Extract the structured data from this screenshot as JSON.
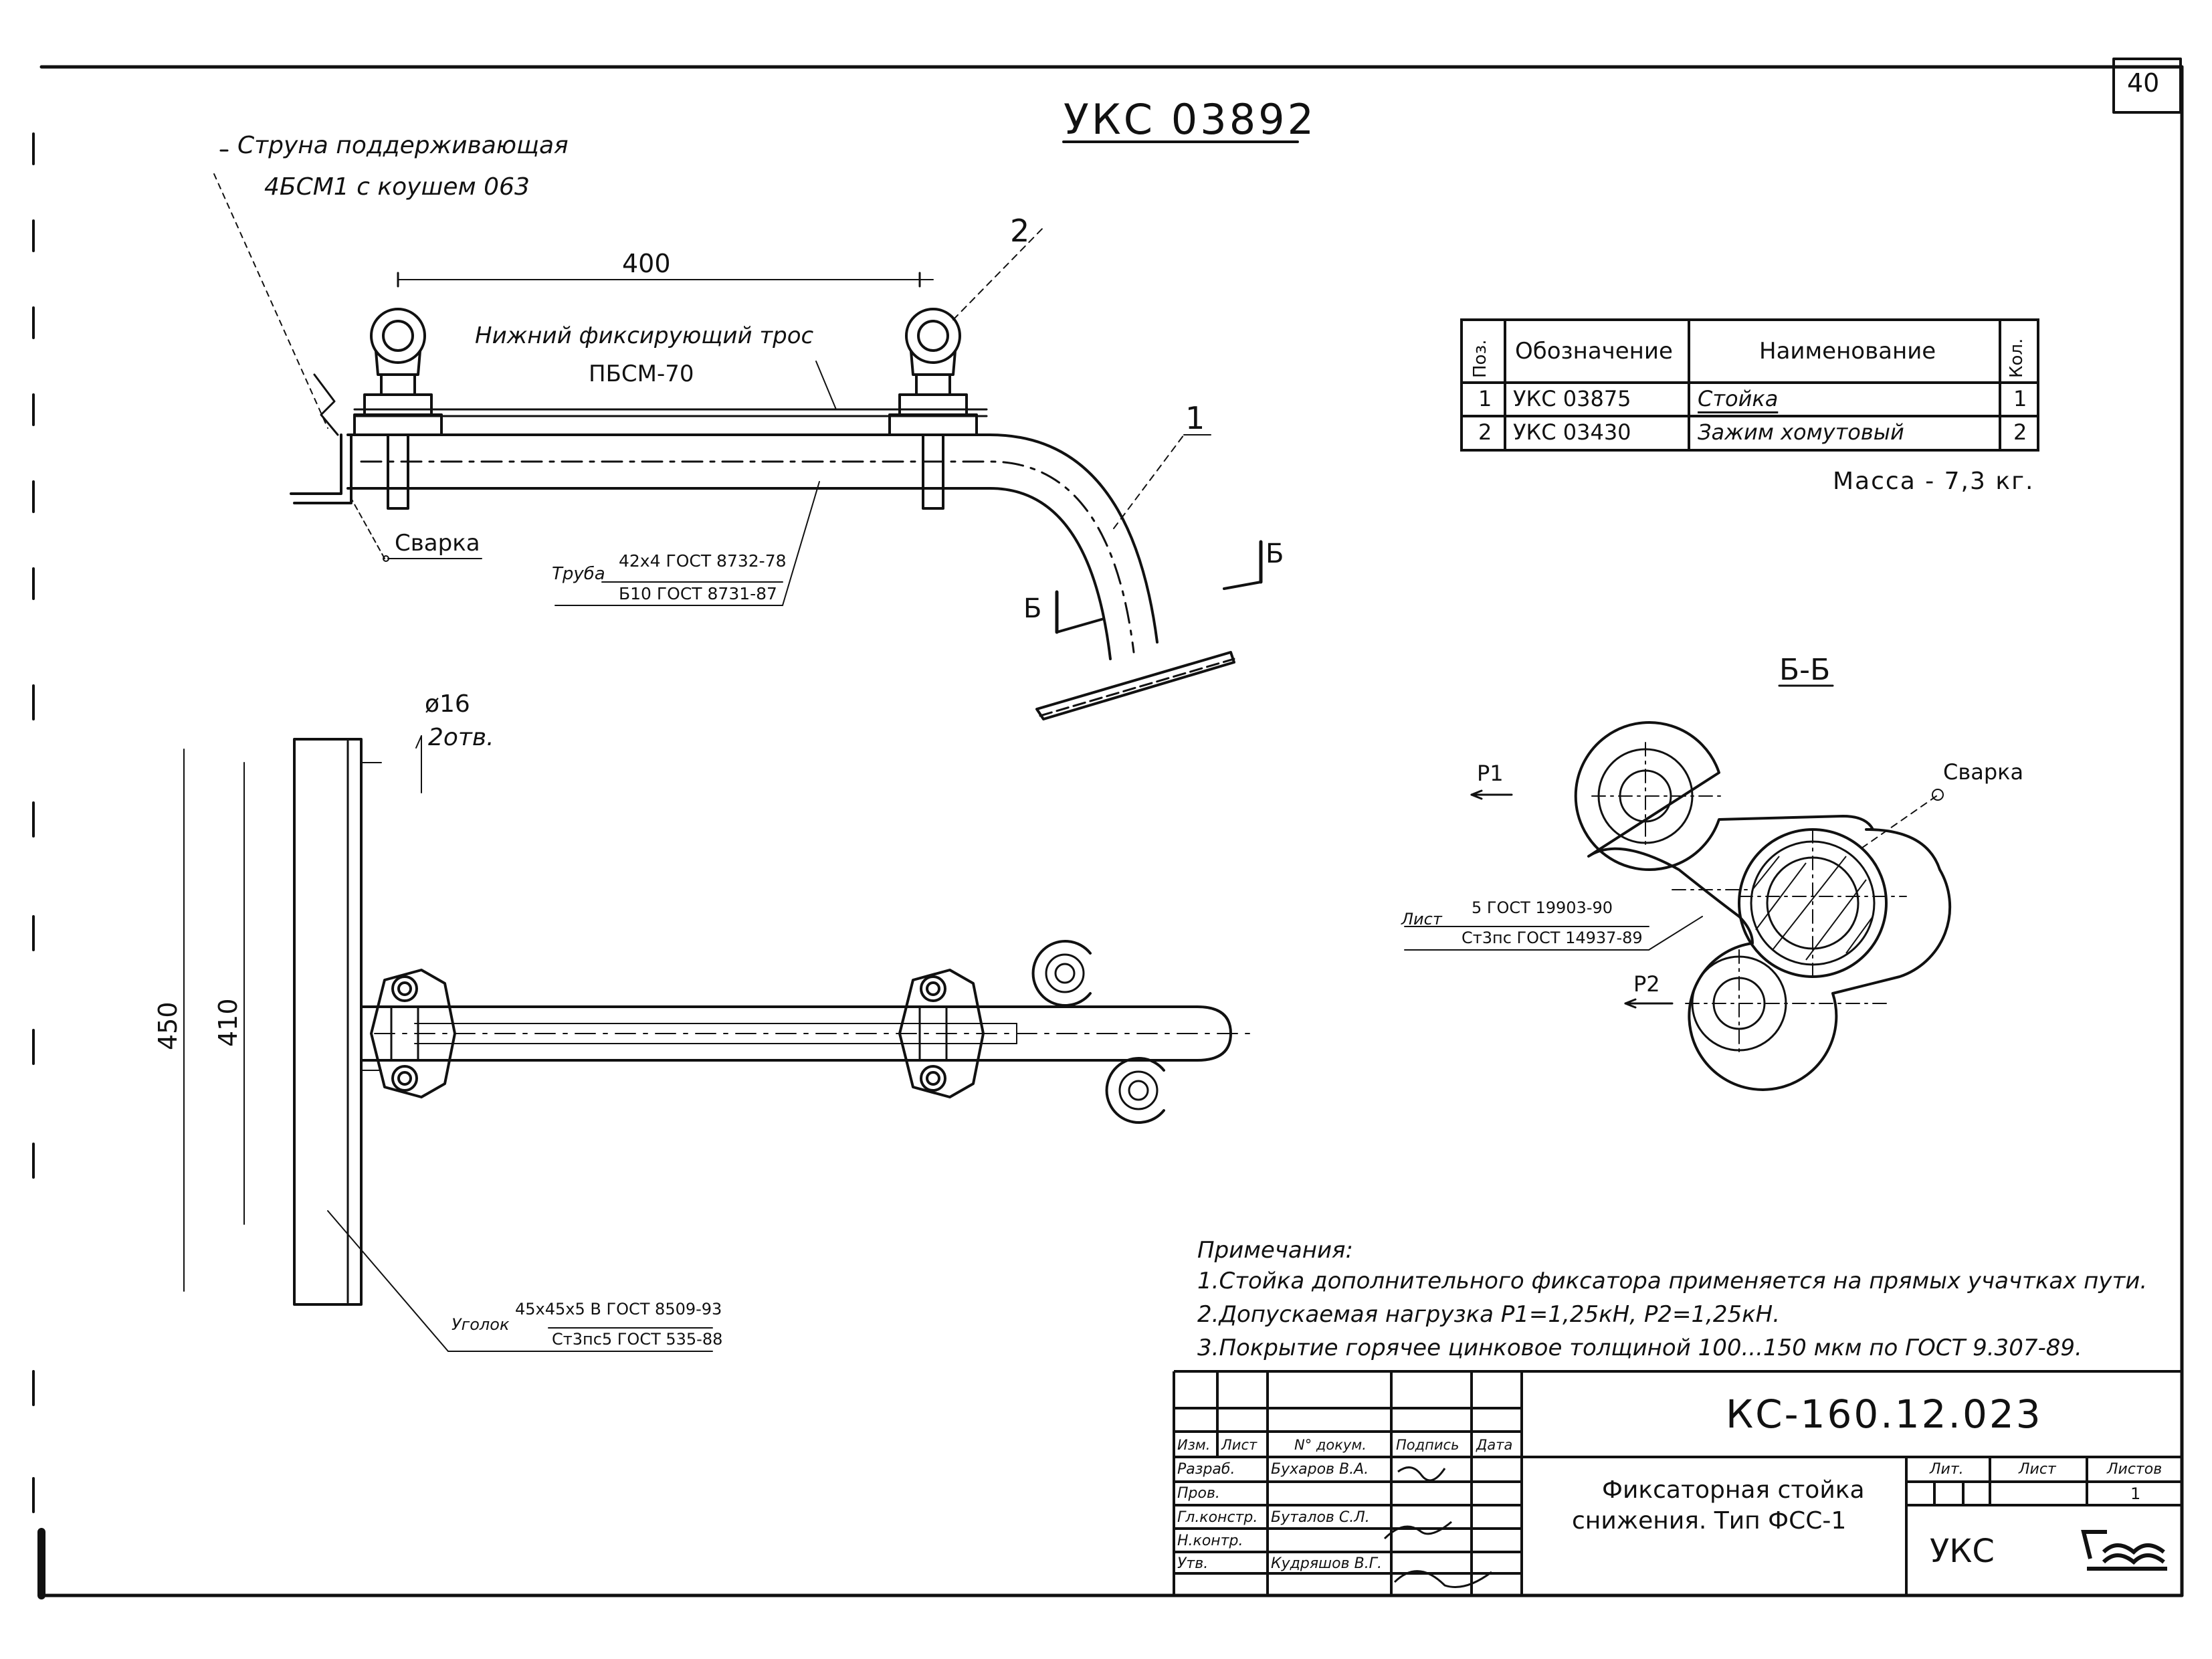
{
  "sheet_number": "40",
  "title_code": "УКС 03892",
  "callouts": {
    "string_line1": "Струна поддерживающая",
    "string_line2": "4БСМ1 с коушем 063",
    "dim_400": "400",
    "pos2": "2",
    "pos1": "1",
    "lower_cable_line1": "Нижний фиксирующий трос",
    "lower_cable_line2": "ПБСМ-70",
    "weld_top": "Сварка",
    "pipe_label": "Труба",
    "pipe_spec_top": "42х4 ГОСТ 8732-78",
    "pipe_spec_bottom": "Б10 ГОСТ 8731-87",
    "section_mark_left": "Б",
    "section_mark_right": "Б",
    "hole_dia": "ø16",
    "hole_count": "2отв.",
    "dim_450": "450",
    "dim_410": "410",
    "angle_label": "Уголок",
    "angle_spec_top": "45х45х5 В ГОСТ 8509-93",
    "angle_spec_bottom": "Ст3пс5 ГОСТ 535-88"
  },
  "section": {
    "title": "Б-Б",
    "p1": "P1",
    "p2": "P2",
    "weld": "Сварка",
    "sheet_label": "Лист",
    "sheet_spec_top": "5 ГОСТ 19903-90",
    "sheet_spec_bottom": "Ст3пс ГОСТ 14937-89"
  },
  "spec_table": {
    "headers": {
      "pos": "Поз.",
      "designation": "Обозначение",
      "name": "Наименование",
      "qty": "Кол."
    },
    "rows": [
      {
        "pos": "1",
        "designation": "УКС 03875",
        "name": "Стойка",
        "qty": "1"
      },
      {
        "pos": "2",
        "designation": "УКС 03430",
        "name": "Зажим хомутовый",
        "qty": "2"
      }
    ],
    "mass": "Масса - 7,3 кг."
  },
  "notes": {
    "heading": "Примечания:",
    "items": [
      "1.Стойка дополнительного фиксатора применяется на прямых учачтках пути.",
      "2.Допускаемая нагрузка P1=1,25кН, P2=1,25кН.",
      "3.Покрытие горячее цинковое толщиной 100...150 мкм по ГОСТ 9.307-89."
    ]
  },
  "title_block": {
    "doc_code": "КС-160.12.023",
    "header": {
      "izm": "Изм.",
      "list": "Лист",
      "doc": "N° докум.",
      "sign": "Подпись",
      "date": "Дата"
    },
    "roles": [
      {
        "role": "Разраб.",
        "name": "Бухаров В.А."
      },
      {
        "role": "Пров.",
        "name": ""
      },
      {
        "role": "Гл.констр.",
        "name": "Буталов С.Л."
      },
      {
        "role": "Н.контр.",
        "name": ""
      },
      {
        "role": "Утв.",
        "name": "Кудряшов В.Г."
      }
    ],
    "product_line1": "Фиксаторная стойка",
    "product_line2": "снижения. Тип ФСС-1",
    "lit_label": "Лит.",
    "sheet_label": "Лист",
    "sheets_label": "Листов",
    "sheets_value": "1",
    "org": "УКС",
    "logo": "ks-logo-icon"
  }
}
